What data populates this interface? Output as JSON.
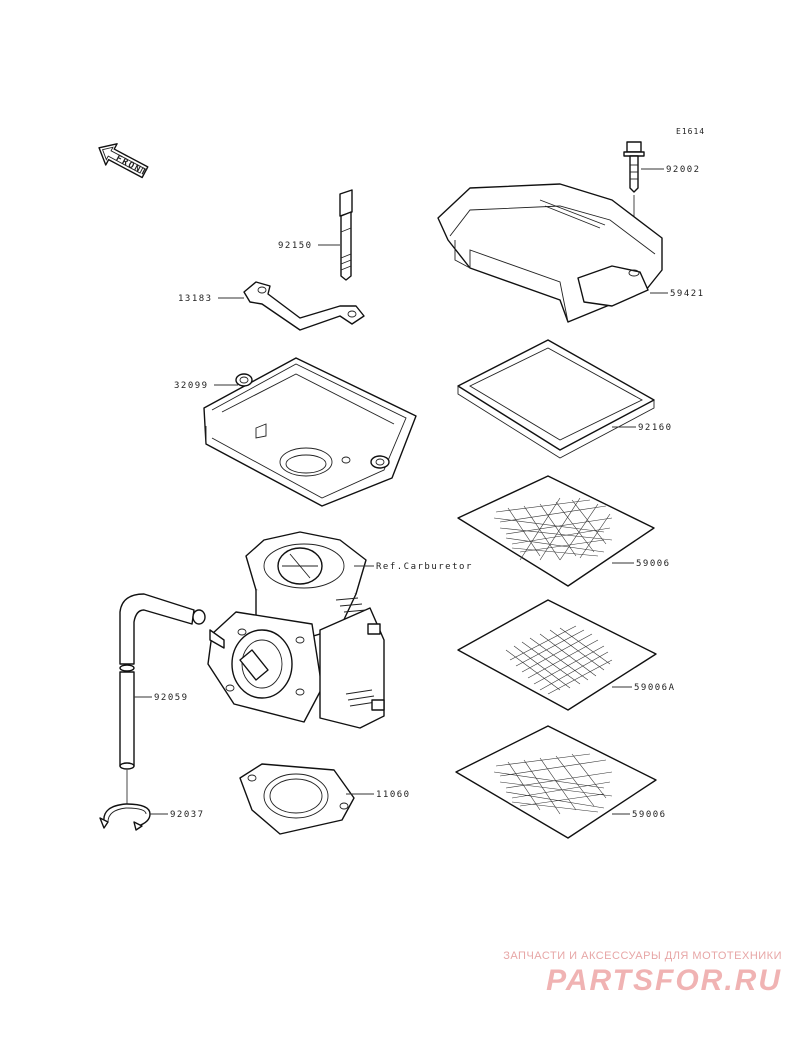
{
  "diagram": {
    "drawing_code": "E1614",
    "front_label": "FRONT",
    "callouts": [
      {
        "id": "bolt_top",
        "label": "92002"
      },
      {
        "id": "cover",
        "label": "59421"
      },
      {
        "id": "stud",
        "label": "92150"
      },
      {
        "id": "bracket",
        "label": "13183"
      },
      {
        "id": "case",
        "label": "32099"
      },
      {
        "id": "seal",
        "label": "92160"
      },
      {
        "id": "screen_1",
        "label": "59006"
      },
      {
        "id": "carburetor",
        "label": "Ref.Carburetor"
      },
      {
        "id": "screen_2",
        "label": "59006A"
      },
      {
        "id": "tube",
        "label": "92059"
      },
      {
        "id": "gasket",
        "label": "11060"
      },
      {
        "id": "screen_3",
        "label": "59006"
      },
      {
        "id": "clamp",
        "label": "92037"
      }
    ]
  },
  "watermark": {
    "tagline": "ЗАПЧАСТИ И АКСЕССУАРЫ ДЛЯ МОТОТЕХНИКИ",
    "brand": "PARTSFOR.RU"
  }
}
